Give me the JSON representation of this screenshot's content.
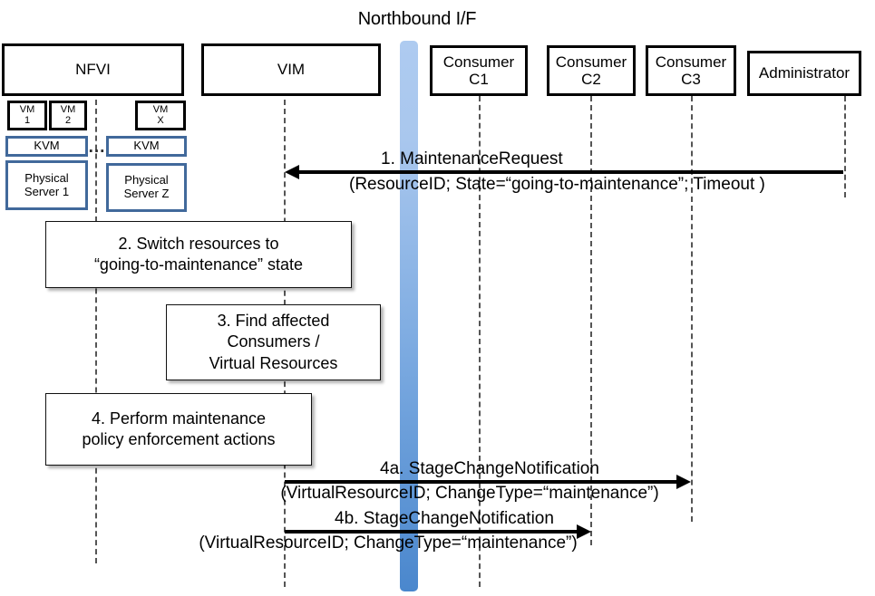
{
  "diagram": {
    "title": "Northbound I/F",
    "actors": [
      {
        "name": "nfvi",
        "label": "NFVI"
      },
      {
        "name": "vim",
        "label": "VIM"
      },
      {
        "name": "consumer-c1",
        "label": "Consumer\nC1",
        "line1": "Consumer",
        "line2": "C1"
      },
      {
        "name": "consumer-c2",
        "label": "Consumer\nC2",
        "line1": "Consumer",
        "line2": "C2"
      },
      {
        "name": "consumer-c3",
        "label": "Consumer\nC3",
        "line1": "Consumer",
        "line2": "C3"
      },
      {
        "name": "administrator",
        "label": "Administrator"
      }
    ],
    "nfvi_stack": {
      "vm1": "VM\n1",
      "vm1_line1": "VM",
      "vm1_line2": "1",
      "vm2_line1": "VM",
      "vm2_line2": "2",
      "vmx_line1": "VM",
      "vmx_line2": "X",
      "kvm_left": "KVM",
      "kvm_right": "KVM",
      "server_left_line1": "Physical",
      "server_left_line2": "Server 1",
      "server_right_line1": "Physical",
      "server_right_line2": "Server Z",
      "ellipsis": "..."
    },
    "notes": [
      {
        "name": "note-step-2",
        "line1": "2. Switch resources to",
        "line2": "“going-to-maintenance” state"
      },
      {
        "name": "note-step-3",
        "line1": "3. Find affected",
        "line2": "Consumers /",
        "line3": "Virtual Resources"
      },
      {
        "name": "note-step-4",
        "line1": "4. Perform maintenance",
        "line2": "policy enforcement actions"
      }
    ],
    "messages": [
      {
        "name": "message-1-maintenance-request",
        "title": "1.    MaintenanceRequest",
        "params": "(ResourceID; State=“going-to-maintenance”; Timeout )",
        "from": "administrator",
        "to": "vim",
        "direction": "left"
      },
      {
        "name": "message-4a-stage-change-notification",
        "title": "4a. StageChangeNotification",
        "params": "(VirtualResourceID; ChangeType=“maintenance”)",
        "from": "vim",
        "to": "consumer-c3",
        "direction": "right"
      },
      {
        "name": "message-4b-stage-change-notification",
        "title": "4b. StageChangeNotification",
        "params": "(VirtualResourceID; ChangeType=“maintenance”)",
        "from": "vim",
        "to": "consumer-c2",
        "direction": "right"
      }
    ],
    "colors": {
      "northbound_bar_top": "#aecbf0",
      "northbound_bar_bottom": "#4a87cd",
      "blue_box_border": "#41699B",
      "actor_border": "#000000",
      "lifeline": "#555555"
    }
  }
}
